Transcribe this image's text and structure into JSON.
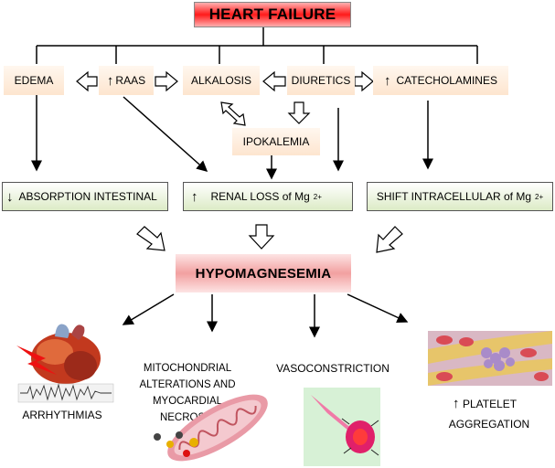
{
  "title": "HEART FAILURE",
  "causes": {
    "edema": "EDEMA",
    "raas": "RAAS",
    "alkalosis": "ALKALOSIS",
    "diuretics": "DIURETICS",
    "catecholamines": "CATECHOLAMINES",
    "ipokalemia": "IPOKALEMIA"
  },
  "mechanisms": {
    "absorption": "ABSORPTION INTESTINAL",
    "renal": "RENAL LOSS of Mg",
    "shift": "SHIFT INTRACELLULAR of Mg",
    "charge": "2+"
  },
  "center": "HYPOMAGNESEMIA",
  "effects": {
    "arrhythmias": "ARRHYTHMIAS",
    "mito_line1": "MITOCHONDRIAL",
    "mito_line2": "ALTERATIONS AND",
    "mito_line3": "MYOCARDIAL",
    "mito_line4": "NECROSIS",
    "vaso": "VASOCONSTRICTION",
    "platelet_line1": "PLATELET",
    "platelet_line2": "AGGREGATION"
  },
  "up_arrow": "↑",
  "down_arrow": "↓",
  "colors": {
    "title_red": "#ff1a1a",
    "center_red": "#f4a3a3",
    "green": "#dcebc6",
    "peach": "#fde5cf"
  }
}
